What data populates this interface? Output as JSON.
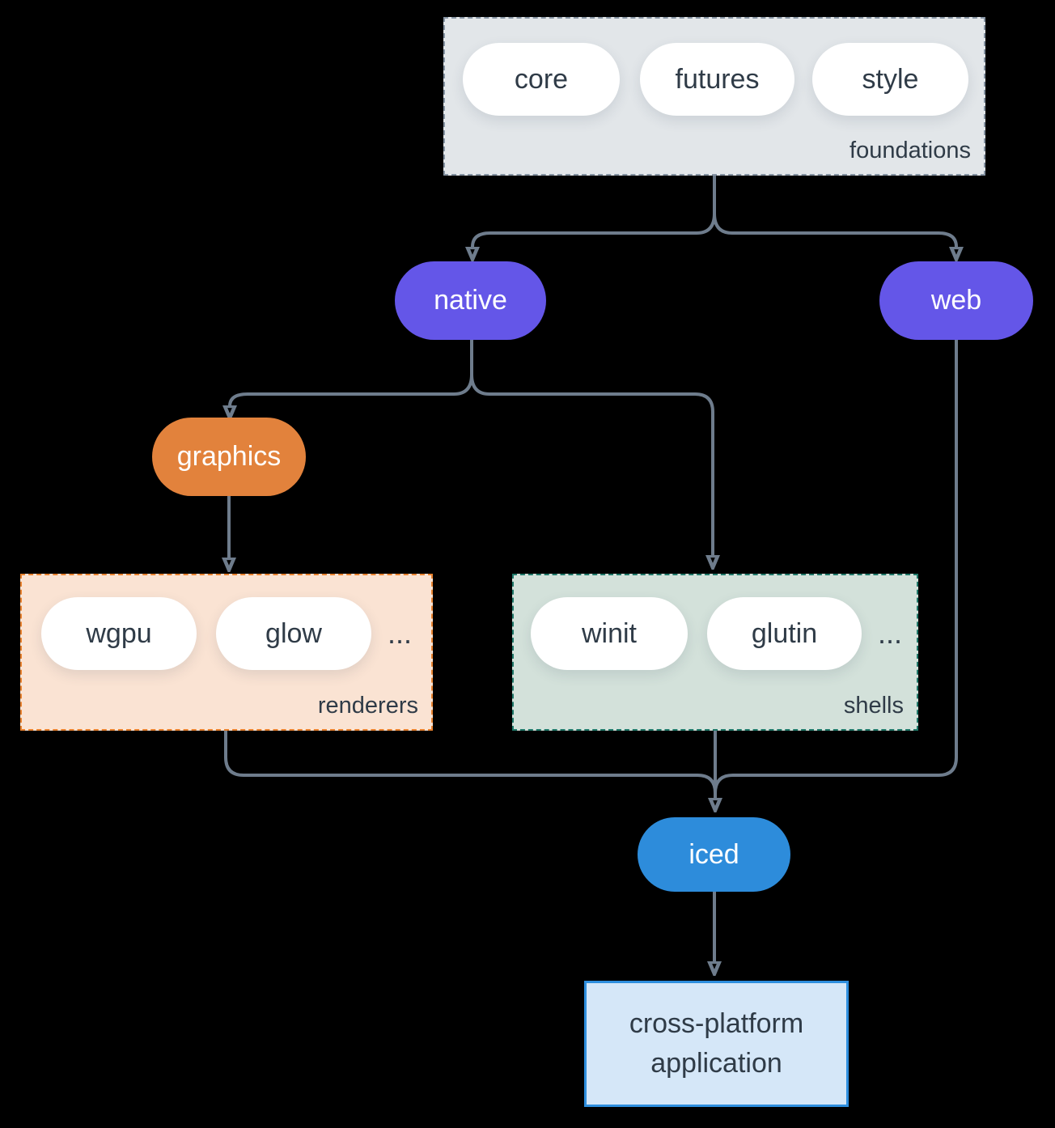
{
  "nodes": {
    "foundations": {
      "label": "foundations",
      "pills": [
        "core",
        "futures",
        "style"
      ]
    },
    "native": {
      "label": "native"
    },
    "web": {
      "label": "web"
    },
    "graphics": {
      "label": "graphics"
    },
    "renderers": {
      "label": "renderers",
      "pills": [
        "wgpu",
        "glow"
      ],
      "more": "..."
    },
    "shells": {
      "label": "shells",
      "pills": [
        "winit",
        "glutin"
      ],
      "more": "..."
    },
    "iced": {
      "label": "iced"
    },
    "application": {
      "lines": [
        "cross-platform",
        "application"
      ]
    }
  },
  "colors": {
    "ink": "#2f3b47",
    "arrow": "#6e7c8c",
    "purple": "#6456e8",
    "orange": "#e2823c",
    "blue": "#2d8cdb",
    "foundations_fill": "#e2e6e9",
    "foundations_border": "#8694a3",
    "renderers_fill": "#fae3d3",
    "renderers_border": "#e8822f",
    "shells_fill": "#d3e1da",
    "shells_border": "#20796a",
    "app_fill": "#d5e7f8",
    "app_border": "#2e8ede",
    "pill_fill": "#ffffff"
  }
}
